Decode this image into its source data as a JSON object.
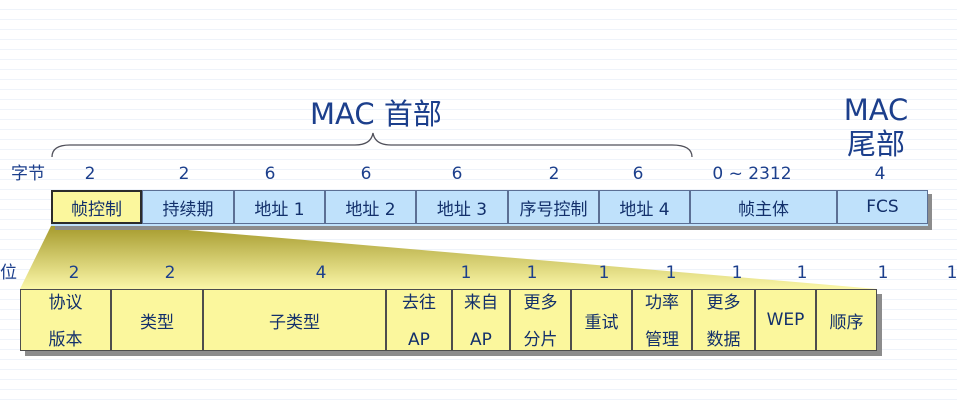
{
  "mac_header_title": "MAC 首部",
  "mac_trailer_title": [
    "MAC",
    "尾部"
  ],
  "byte_label": "字节",
  "bit_label": "位",
  "frame_fields": [
    {
      "bytes": "2",
      "label": "帧控制"
    },
    {
      "bytes": "2",
      "label": "持续期"
    },
    {
      "bytes": "6",
      "label": "地址 1"
    },
    {
      "bytes": "6",
      "label": "地址 2"
    },
    {
      "bytes": "6",
      "label": "地址 3"
    },
    {
      "bytes": "2",
      "label": "序号控制"
    },
    {
      "bytes": "6",
      "label": "地址 4"
    },
    {
      "bytes": "0 ~ 2312",
      "label": "帧主体"
    },
    {
      "bytes": "4",
      "label": "FCS"
    }
  ],
  "control_fields": [
    {
      "bits": "2",
      "lines": [
        "协议",
        "版本"
      ]
    },
    {
      "bits": "2",
      "lines": [
        "类型"
      ]
    },
    {
      "bits": "4",
      "lines": [
        "子类型"
      ]
    },
    {
      "bits": "1",
      "lines": [
        "去往",
        "AP"
      ]
    },
    {
      "bits": "1",
      "lines": [
        "来自",
        "AP"
      ]
    },
    {
      "bits": "1",
      "lines": [
        "更多",
        "分片"
      ]
    },
    {
      "bits": "1",
      "lines": [
        "重试"
      ]
    },
    {
      "bits": "1",
      "lines": [
        "功率",
        "管理"
      ]
    },
    {
      "bits": "1",
      "lines": [
        "更多",
        "数据"
      ]
    },
    {
      "bits": "1",
      "lines": [
        "WEP"
      ]
    },
    {
      "bits": "1",
      "lines": [
        "顺序"
      ]
    }
  ],
  "colors": {
    "text": "#1c3f8c",
    "frame_fill": "#bfe1fb",
    "highlight_fill": "#fbf79d",
    "shadow": "#8c8c8c"
  }
}
